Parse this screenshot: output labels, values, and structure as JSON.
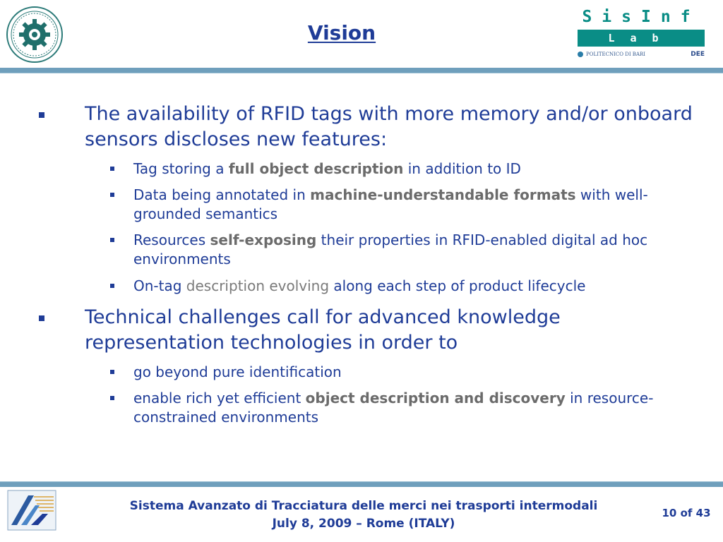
{
  "header": {
    "title": "Vision",
    "sisinf": {
      "line1": "SisInf",
      "line2": "Lab",
      "institution": "POLITECNICO DI BARI",
      "dept": "DEE"
    }
  },
  "content": {
    "bullet1": {
      "text": "The availability of RFID tags with more memory and/or onboard sensors discloses new features:",
      "sub": [
        {
          "pre": "Tag storing a ",
          "emph": "full object description",
          "post": " in addition to ID"
        },
        {
          "pre": "Data being annotated in ",
          "emph": "machine-understandable formats",
          "post": " with well-grounded semantics"
        },
        {
          "pre": "Resources ",
          "emph": "self-exposing",
          "post": " their properties in RFID-enabled digital ad hoc environments"
        },
        {
          "pre": "On-tag ",
          "emph": "description evolving",
          "post": " along each step of product lifecycle"
        }
      ]
    },
    "bullet2": {
      "text": "Technical challenges call for advanced knowledge representation technologies in order to",
      "sub": [
        {
          "pre": "go beyond pure identification"
        },
        {
          "pre": "enable rich yet efficient ",
          "emph": "object description and discovery",
          "post": " in resource-constrained environments"
        }
      ]
    }
  },
  "footer": {
    "line1": "Sistema Avanzato di Tracciatura delle merci nei trasporti intermodali",
    "line2": "July 8, 2009 – Rome (ITALY)",
    "page": "10 of 43"
  },
  "colors": {
    "text": "#1f3c97",
    "emphasis": "#6b6b6b",
    "accent": "#0a8d86",
    "bar": "#6f9fbc"
  }
}
